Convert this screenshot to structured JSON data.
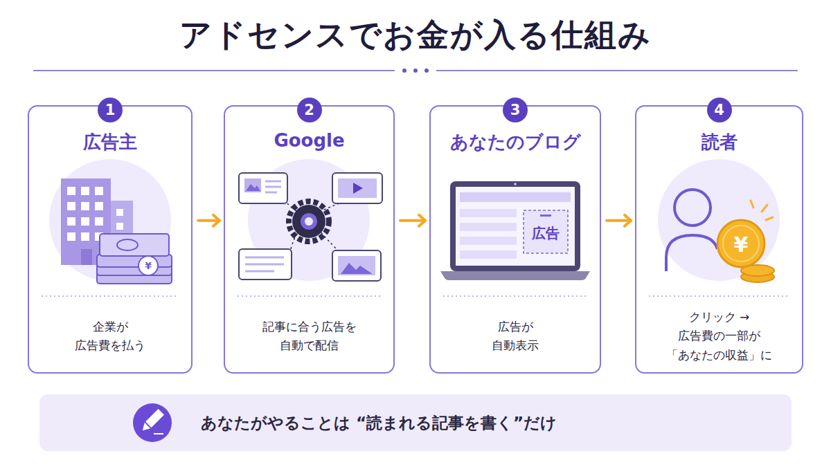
{
  "diagram": {
    "title": "アドセンスでお金が入る仕組み",
    "nodes": [
      {
        "text": [
          "広告主",
          "企業が 広告費を払う"
        ]
      },
      {
        "text": [
          "1"
        ],
        "in": 0
      },
      {
        "text": [
          "Google",
          "記事に合う広告を 自動で配信"
        ]
      },
      {
        "text": [
          "2"
        ],
        "in": 2
      },
      {
        "text": [
          "あなたのブログ",
          "広告が 自動表示"
        ]
      },
      {
        "text": [
          "3"
        ],
        "in": 4
      },
      {
        "text": [
          "読者",
          "クリック → 広告費の一部が 「あなたの収益」に"
        ]
      },
      {
        "text": [
          "4"
        ],
        "in": 6
      },
      {
        "text": [
          "あなたがやることは “読まれる記事を書く”だけ"
        ]
      }
    ],
    "edges": [
      {
        "from": 0,
        "to": 2,
        "arrow": "to"
      },
      {
        "from": 2,
        "to": 4,
        "arrow": "to"
      },
      {
        "from": 4,
        "to": 6,
        "arrow": "to"
      }
    ],
    "labels": [
      "¥",
      "広告",
      "¥"
    ]
  }
}
